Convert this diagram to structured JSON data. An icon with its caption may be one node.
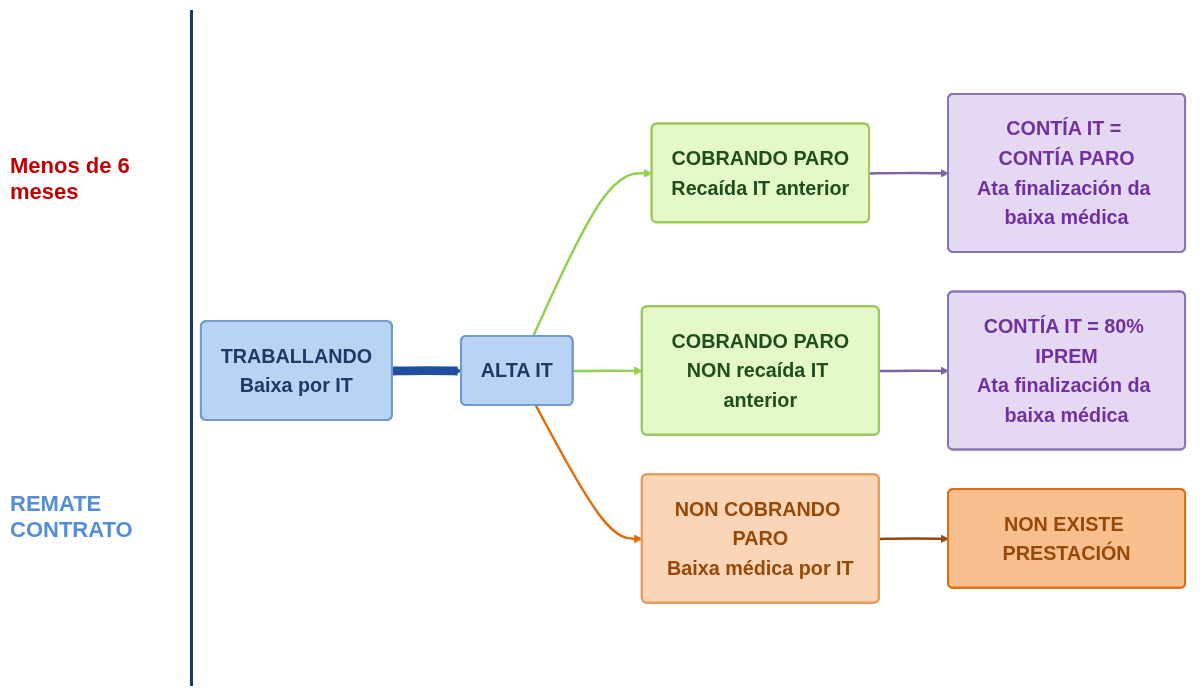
{
  "diagram": {
    "nodes": [
      {
        "text": [
          "TRABALLANDO",
          "Baixa por IT"
        ]
      },
      {
        "text": [
          "ALTA IT"
        ]
      },
      {
        "text": [
          "COBRANDO PARO",
          "Recaída IT anterior"
        ]
      },
      {
        "text": [
          "CONTÍA IT = CONTÍA PARO",
          "Ata finalización da baixa médica"
        ]
      },
      {
        "text": [
          "COBRANDO PARO",
          "NON recaída IT anterior"
        ]
      },
      {
        "text": [
          "CONTÍA IT = 80% IPREM",
          "Ata finalización da baixa médica"
        ]
      },
      {
        "text": [
          "NON COBRANDO PARO",
          "Baixa médica por IT"
        ]
      },
      {
        "text": [
          "NON EXISTE PRESTACIÓN"
        ]
      }
    ],
    "edges": [
      {
        "from": 0,
        "to": 1,
        "arrow": "to",
        "style": "thick",
        "color": "#1f4e9c"
      },
      {
        "from": 1,
        "to": 2,
        "arrow": "to",
        "color": "#92d050"
      },
      {
        "from": 1,
        "to": 4,
        "arrow": "to",
        "color": "#92d050"
      },
      {
        "from": 1,
        "to": 6,
        "arrow": "to",
        "color": "#e36c0a"
      },
      {
        "from": 2,
        "to": 3,
        "arrow": "to",
        "color": "#8064a2"
      },
      {
        "from": 4,
        "to": 5,
        "arrow": "to",
        "color": "#8064a2"
      },
      {
        "from": 6,
        "to": 7,
        "arrow": "to",
        "color": "#984807"
      }
    ],
    "labels": [
      "Menos de 6 meses",
      "REMATE CONTRATO"
    ]
  }
}
